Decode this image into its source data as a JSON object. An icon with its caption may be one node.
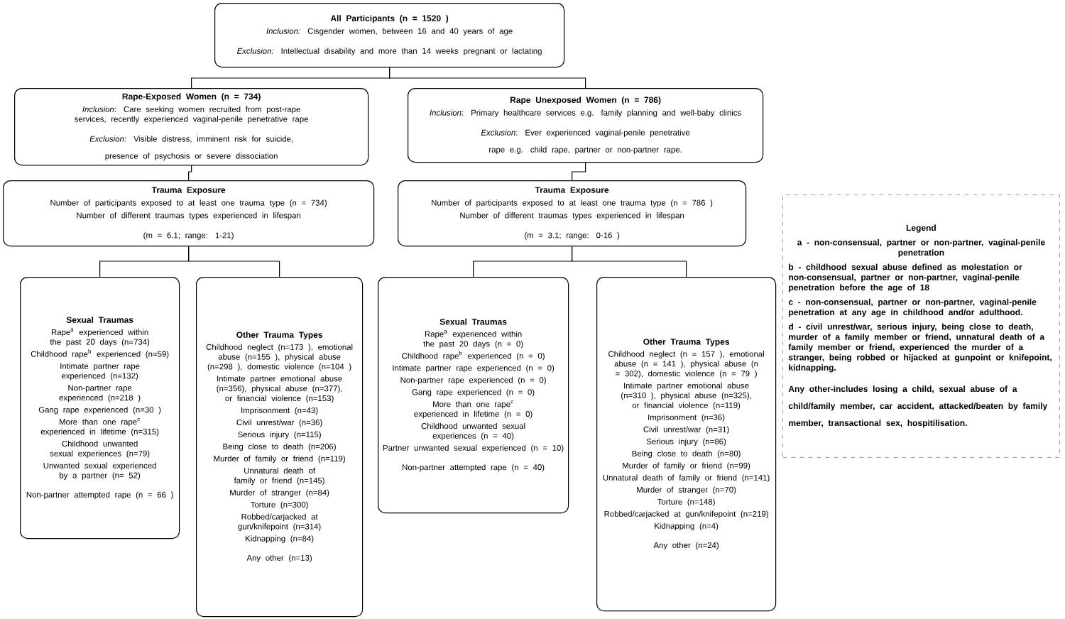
{
  "diagram": {
    "nodes": [
      {
        "text": [
          "All Participants (n = 1520 )",
          "*Inclusion:* Cisgender women, between 16 and 40 years of age",
          "*Exclusion:* Intellectual disability and more than 14 weeks pregnant or lactating"
        ]
      },
      {
        "text": [
          "Rape-Exposed Women (n = 734)",
          "*Inclusion*: Care seeking women recruited from post-rape services, recently experienced vaginal-penile penetrative rape",
          "*Exclusion*: Visible distress, imminent risk for suicide, presence of psychosis or severe dissociation"
        ]
      },
      {
        "text": [
          "Rape Unexposed Women (n = 786)",
          "*Inclusion*: Primary healthcare services e.g. family planning and well-baby clinics",
          "*Exclusion*: Ever experienced vaginal-penile penetrative rape e.g. child rape, partner or non-partner rape."
        ]
      },
      {
        "text": [
          "Trauma Exposure",
          "Number of participants exposed to at least one trauma type (n = 734)",
          "Number of different traumas types experienced in lifespan",
          "(m = 6.1; range: 1-21)"
        ]
      },
      {
        "text": [
          "Trauma Exposure",
          "Number of participants exposed to at least one trauma type (n = 786 )",
          "Number of different traumas types experienced in lifespan",
          "(m = 3.1; range: 0-16 )"
        ]
      },
      {
        "text": [
          "Sexual Traumas",
          "Rape$^{a}$ experienced within the past 20 days (n=734)",
          "Childhood rape$^{b}$ experienced (n=59)",
          "Intimate partner rape experienced (n=132)",
          "Non-partner rape experienced (n=218 )",
          "Gang rape experienced (n=30 )",
          "More than one rape$^{c}$ experienced in lifetime (n=315)",
          "Childhood unwanted sexual experiences (n=79)",
          "Unwanted sexual experienced by a partner (n= 52)",
          "Non-partner attempted rape (n = 66 )"
        ]
      },
      {
        "text": [
          "Other Trauma Types",
          "Childhood neglect (n=173 ), emotional abuse (n=155 ), physical abuse (n=298 ), domestic violence (n=104 )",
          "Intimate partner emotional abuse (n=356), physical abuse (n=377), or financial violence (n=153)",
          "Imprisonment (n=43)",
          "Civil unrest/war (n=36)",
          "Serious injury (n=115)",
          "Being close to death (n=206)",
          "Murder of family or friend (n=119)",
          "Unnatural death of family or friend (n=145)",
          "Murder of stranger (n=84)",
          "Torture (n=300)",
          "Robbed/carjacked at gun/knifepoint (n=314)",
          "Kidnapping (n=84)",
          "Any other (n=13)"
        ]
      },
      {
        "text": [
          "Sexual Traumas",
          "Rape$^{a}$ experienced within the past 20 days (n = 0)",
          "Childhood rape$^{b}$ experienced (n = 0)",
          "Intimate partner rape experienced (n = 0)",
          "Non-partner rape experienced (n = 0)",
          "Gang rape experienced (n = 0)",
          "More than one rape$^{c}$ experienced in lifetime (n = 0)",
          "Childhood unwanted sexual experiences (n = 40)",
          "Partner unwanted sexual experienced (n = 10)",
          "Non-partner attempted rape (n = 40)"
        ]
      },
      {
        "text": [
          "Other Trauma Types",
          "Childhood neglect (n = 157 ), emotional abuse (n = 141 ), physical abuse (n = 302), domestic violence (n = 79 )",
          "Intimate partner emotional abuse (n=310 ), physical abuse (n=325), or financial violence (n=119)",
          "Imprisonment (n=36)",
          "Civil unrest/war (n=31)",
          "Serious injury (n=86)",
          "Being close to death (n=80)",
          "Murder of family or friend (n=99)",
          "Unnatural death of family or friend (n=141)",
          "Murder of stranger (n=70)",
          "Torture (n=148)",
          "Robbed/carjacked at gun/knifepoint (n=219)",
          "Kidnapping (n=4)",
          "Any other (n=24)"
        ]
      },
      {
        "text": [
          "Legend",
          "a - non-consensual, partner or non-partner, vaginal-penile penetration",
          "b - childhood sexual abuse defined as molestation or non-consensual, partner or non-partner, vaginal-penile penetration before the age of 18",
          "c - non-consensual, partner or non-partner, vaginal-penile penetration at any age in childhood and/or adulthood.",
          "d - civil unrest/war, serious injury, being close to death, murder of a family member or friend, unnatural death of a family member or friend, experienced the murder of a stranger, being robbed or hijacked at gunpoint or knifepoint, kidnapping.",
          "Any other-includes losing a child, sexual abuse of a child/family member, car accident, attacked/beaten by family member, transactional sex, hospitilisation."
        ]
      }
    ],
    "edges": [
      {
        "from": 0,
        "to": 1,
        "arrow": "none"
      },
      {
        "from": 0,
        "to": 2,
        "arrow": "none"
      },
      {
        "from": 1,
        "to": 3,
        "arrow": "none"
      },
      {
        "from": 2,
        "to": 4,
        "arrow": "none"
      },
      {
        "from": 3,
        "to": 5,
        "arrow": "none"
      },
      {
        "from": 3,
        "to": 6,
        "arrow": "none"
      },
      {
        "from": 4,
        "to": 7,
        "arrow": "none"
      },
      {
        "from": 4,
        "to": 8,
        "arrow": "none"
      }
    ]
  }
}
